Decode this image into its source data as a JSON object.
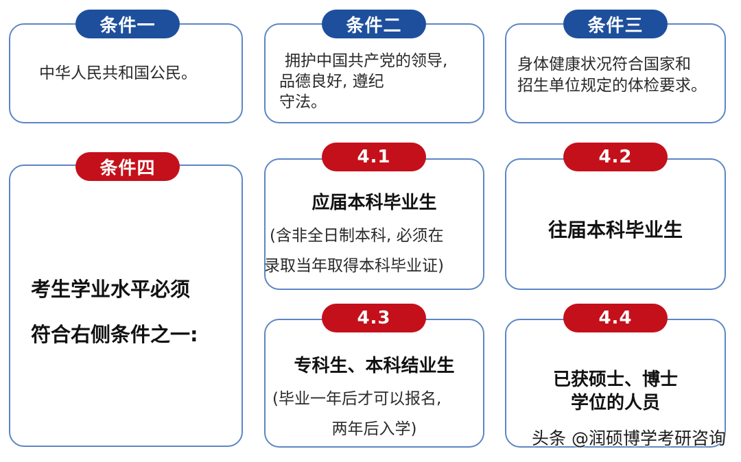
{
  "cond1": {
    "tag": "条件一",
    "text": "中华人民共和国公民。"
  },
  "cond2": {
    "tag": "条件二",
    "line1": "拥护中国共产党的领导,",
    "line2": "品德良好, 遵纪",
    "line3": "守法。"
  },
  "cond3": {
    "tag": "条件三",
    "line1": "身体健康状况符合国家和",
    "line2": "招生单位规定的体检要求。"
  },
  "cond4": {
    "tag": "条件四",
    "line1": "考生学业水平必须",
    "line2": "符合右侧条件之一:"
  },
  "opt41": {
    "tag": "4.1",
    "title": "应届本科毕业生",
    "note1": "(含非全日制本科, 必须在",
    "note2": "录取当年取得本科毕业证)"
  },
  "opt42": {
    "tag": "4.2",
    "title": "往届本科毕业生"
  },
  "opt43": {
    "tag": "4.3",
    "title": "专科生、本科结业生",
    "note1": "(毕业一年后才可以报名,",
    "note2": "两年后入学)"
  },
  "opt44": {
    "tag": "4.4",
    "title1": "已获硕士、博士",
    "title2": "学位的人员"
  },
  "watermark": "头条 @润硕博学考研咨询",
  "colors": {
    "blue_tag": "#1d4f9c",
    "red_tag": "#c4101a",
    "border": "#5b86c4"
  }
}
